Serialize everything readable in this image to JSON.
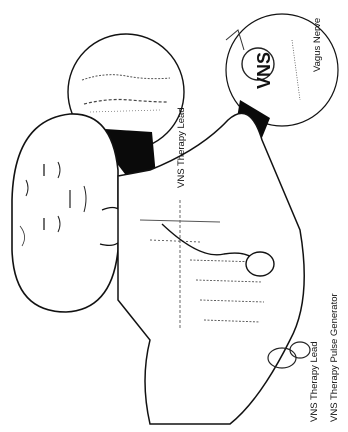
{
  "labels": {
    "vagus_nerve": "Vagus Nerve",
    "lead_upper": "VNS Therapy Lead",
    "lead_lower": "VNS Therapy Lead",
    "generator": "VNS Therapy Pulse Generator"
  },
  "device": {
    "logo": "VNS"
  },
  "colors": {
    "ink": "#111111",
    "callout_fill": "#0a0a0a",
    "background": "#ffffff"
  }
}
